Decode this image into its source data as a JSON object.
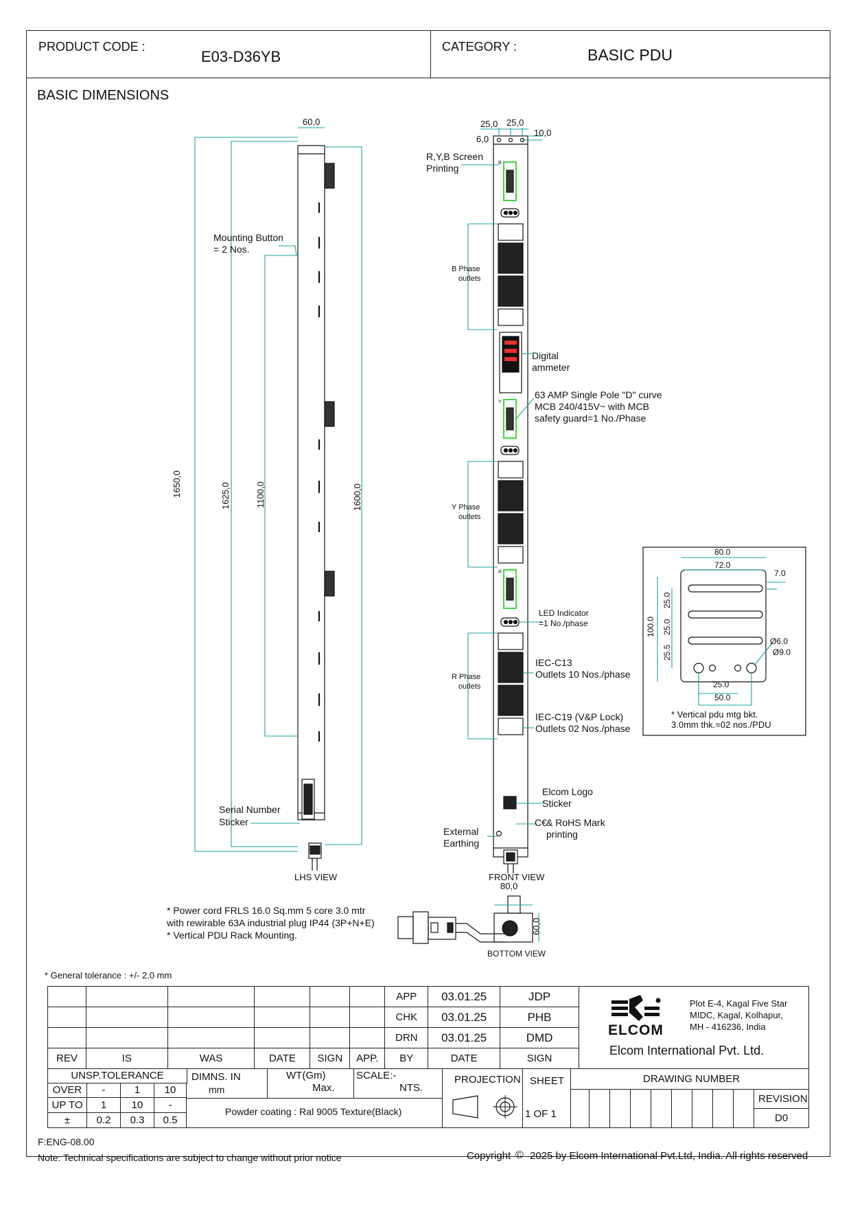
{
  "header": {
    "product_code_label": "PRODUCT CODE :",
    "product_code_value": "E03-D36YB",
    "category_label": "CATEGORY :",
    "category_value": "BASIC PDU"
  },
  "section_title": "BASIC DIMENSIONS",
  "lhs": {
    "top_width": "60,0",
    "dim_1650": "1650,0",
    "dim_1625": "1625,0",
    "dim_1100": "1100,0",
    "dim_1600": "1600,0",
    "mounting_button": [
      "Mounting Button",
      "= 2 Nos."
    ],
    "serial_sticker": [
      "Serial Number",
      "Sticker"
    ],
    "view_label": "LHS VIEW"
  },
  "front": {
    "dim_25a": "25,0",
    "dim_25b": "25,0",
    "dim_6": "6,0",
    "dim_10": "10,0",
    "ryb_screen": [
      "R,Y,B Screen",
      "Printing"
    ],
    "b_phase": [
      "B Phase",
      "outlets"
    ],
    "y_phase": [
      "Y Phase",
      "outlets"
    ],
    "r_phase": [
      "R Phase",
      "outlets"
    ],
    "phase_letter_b": "B",
    "phase_letter_y": "Y",
    "phase_letter_r": "R",
    "digital_ammeter": [
      "Digital",
      "ammeter"
    ],
    "mcb": [
      "63 AMP Single Pole \"D\" curve",
      "MCB 240/415V~ with MCB",
      "safety guard=1 No./Phase"
    ],
    "led": [
      "LED Indicator",
      "=1 No./phase"
    ],
    "c13": [
      "IEC-C13",
      "Outlets 10 Nos./phase"
    ],
    "c19": [
      "IEC-C19 (V&P Lock)",
      "Outlets 02 Nos./phase"
    ],
    "logo_sticker": [
      "Elcom Logo",
      "Sticker"
    ],
    "ce_rohs": [
      "& RoHS Mark",
      "printing"
    ],
    "ce_mark": "C€",
    "ext_earthing": [
      "External",
      "Earthing"
    ],
    "view_label": "FRONT VIEW"
  },
  "bracket": {
    "dim_80": "80.0",
    "dim_72": "72.0",
    "dim_7": "7.0",
    "dim_100": "100.0",
    "dim_25a": "25.0",
    "dim_25b": "25.0",
    "dim_255": "25.5",
    "dim_6": "Ø6.0",
    "dim_9": "Ø9.0",
    "dim_25c": "25.0",
    "dim_50": "50.0",
    "note": [
      "* Vertical pdu mtg bkt.",
      "3.0mm thk.=02 nos./PDU"
    ]
  },
  "bottom": {
    "dim_80": "80,0",
    "dim_60": "60,0",
    "view_label": "BOTTOM VIEW",
    "notes": [
      "* Power cord  FRLS 16.0 Sq.mm 5 core 3.0 mtr",
      "with rewirable 63A industrial plug IP44 (3P+N+E)",
      "* Vertical PDU Rack Mounting."
    ]
  },
  "tolerance_note": "* General tolerance : +/- 2.0 mm",
  "title_block": {
    "app": "APP",
    "chk": "CHK",
    "drn": "DRN",
    "app_date": "03.01.25",
    "chk_date": "03.01.25",
    "drn_date": "03.01.25",
    "app_sign": "JDP",
    "chk_sign": "PHB",
    "drn_sign": "DMD",
    "rev": "REV",
    "is": "IS",
    "was": "WAS",
    "date": "DATE",
    "sign": "SIGN",
    "appr": "APP.",
    "by": "BY",
    "date2": "DATE",
    "sign2": "SIGN",
    "unsp": "UNSP.TOLERANCE",
    "dimns": "DIMNS.  IN",
    "mm": "mm",
    "wt": "WT(Gm)",
    "max": "Max.",
    "scale": "SCALE:-",
    "nts": "NTS.",
    "projection": "PROJECTION",
    "sheet": "SHEET",
    "sheet_of": "1   OF   1",
    "drawing_number": "DRAWING NUMBER",
    "revision": "REVISION",
    "revision_value": "D0",
    "over": "OVER",
    "upto": "UP TO",
    "pm": "±",
    "over_vals": [
      "-",
      "1",
      "10"
    ],
    "upto_vals": [
      "1",
      "10",
      "-"
    ],
    "pm_vals": [
      "0.2",
      "0.3",
      "0.5"
    ],
    "finish": "Powder coating : Ral 9005 Texture(Black)",
    "company_logo_text": "ELCOM",
    "address": [
      "Plot E-4, Kagal Five Star",
      "MIDC, Kagal, Kolhapur,",
      "MH - 416236, India"
    ],
    "company_name": "Elcom International Pvt. Ltd."
  },
  "footer": {
    "form_no": "F:ENG-08.00",
    "note": "Note: Technical specifications are subject to change without prior notice",
    "copyright": "Copyright",
    "copyright_rest": "2025  by Elcom International Pvt.Ltd, India. All rights reserved"
  }
}
